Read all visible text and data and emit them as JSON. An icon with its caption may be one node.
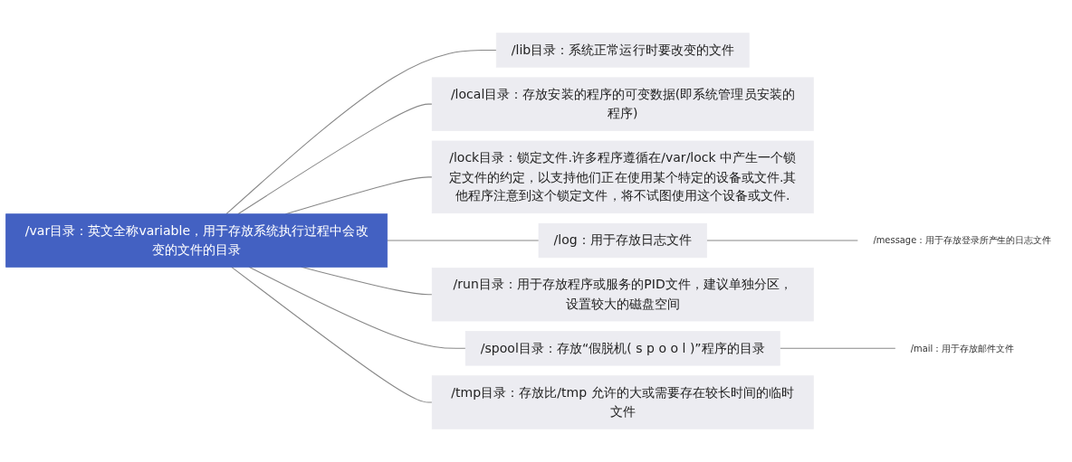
{
  "diagram": {
    "nodes": [
      {
        "text": [
          "/var目录：英文全称variable，用于存放系统执行过程中会改变的文件的目录"
        ]
      },
      {
        "text": [
          "/lib目录：系统正常运行时要改变的文件"
        ]
      },
      {
        "text": [
          "/local目录：存放安装的程序的可变数据(即系统管理员安装的程序)"
        ]
      },
      {
        "text": [
          "/lock目录：锁定文件.许多程序遵循在/var/lock 中产生一个锁定文件的约定，以支持他们正在使用某个特定的设备或文件.其他程序注意到这个锁定文件，将不试图使用这个设备或文件."
        ]
      },
      {
        "text": [
          "/log：用于存放日志文件"
        ]
      },
      {
        "text": [
          "/message：用于存放登录所产生的日志文件"
        ]
      },
      {
        "text": [
          "/run目录：用于存放程序或服务的PID文件，建议单独分区，设置较大的磁盘空间"
        ]
      },
      {
        "text": [
          "/spool目录：存放“假脱机( s p o o l )”程序的目录"
        ]
      },
      {
        "text": [
          "/mail：用于存放邮件文件"
        ]
      },
      {
        "text": [
          "/tmp目录：存放比/tmp 允许的大或需要存在较长时间的临时文件"
        ]
      }
    ],
    "edges": [
      {
        "from": 0,
        "to": 1,
        "arrow": "none"
      },
      {
        "from": 0,
        "to": 2,
        "arrow": "none"
      },
      {
        "from": 0,
        "to": 3,
        "arrow": "none"
      },
      {
        "from": 0,
        "to": 4,
        "arrow": "none"
      },
      {
        "from": 4,
        "to": 5,
        "arrow": "none"
      },
      {
        "from": 0,
        "to": 6,
        "arrow": "none"
      },
      {
        "from": 0,
        "to": 7,
        "arrow": "none"
      },
      {
        "from": 7,
        "to": 8,
        "arrow": "none"
      },
      {
        "from": 0,
        "to": 9,
        "arrow": "none"
      }
    ]
  }
}
